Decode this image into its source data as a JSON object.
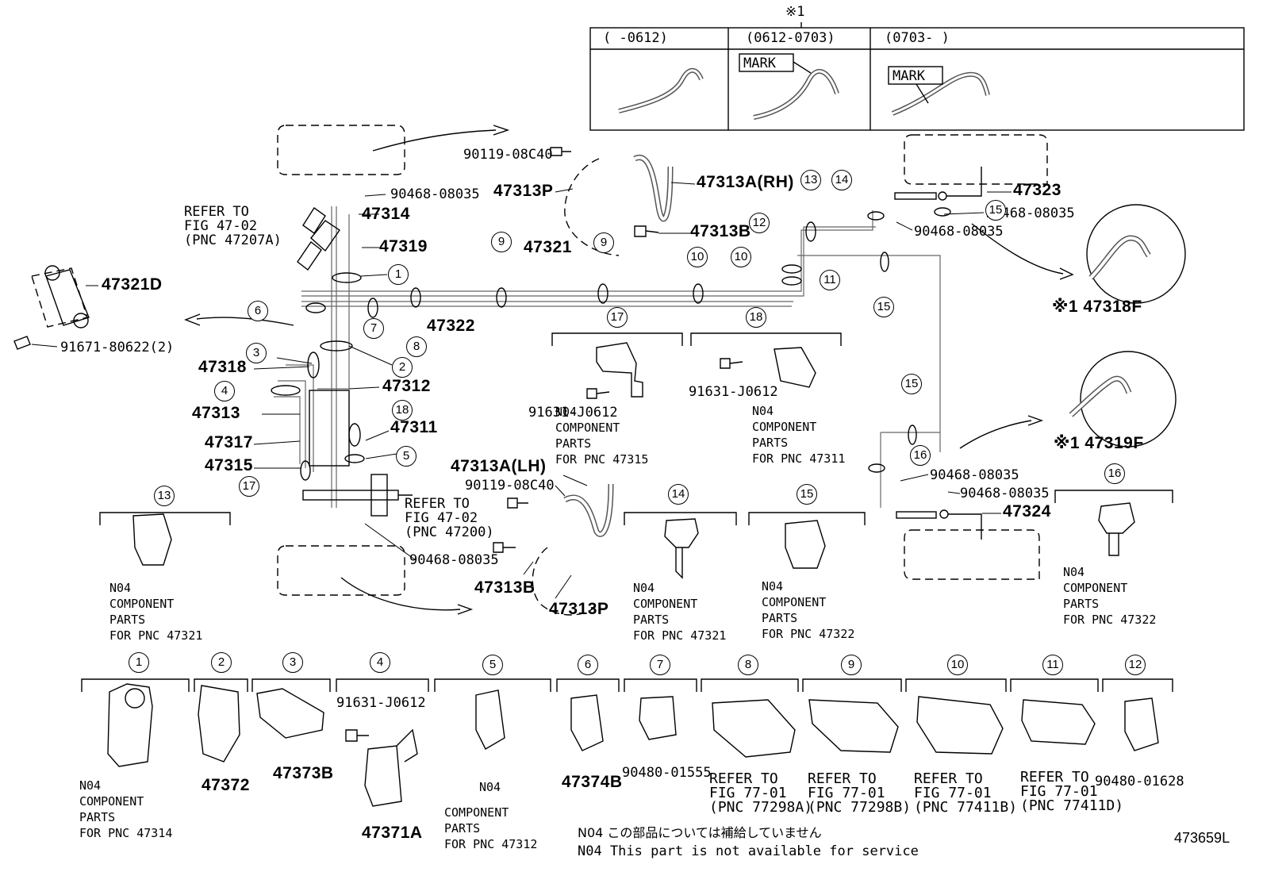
{
  "header": {
    "note_mark": "※1",
    "cols": [
      "( -0612)",
      "(0612-0703)",
      "(0703- )"
    ],
    "mark_label": "MARK"
  },
  "callouts": [
    "1",
    "2",
    "3",
    "4",
    "5",
    "6",
    "7",
    "8",
    "9",
    "10",
    "11",
    "12",
    "13",
    "14",
    "15",
    "16",
    "17",
    "18"
  ],
  "parts": {
    "p47321D": "47321D",
    "p91671": "91671-80622(2)",
    "p90119_top": "90119-08C40",
    "p47313P_top": "47313P",
    "p47313A_RH": "47313A(RH)",
    "p47313B_top": "47313B",
    "p90468_a": "90468-08035",
    "p47314": "47314",
    "p47319": "47319",
    "p47321": "47321",
    "p47322": "47322",
    "p47318": "47318",
    "p47312": "47312",
    "p47313": "47313",
    "p47317": "47317",
    "p47311": "47311",
    "p47315": "47315",
    "p47323": "47323",
    "p90468_b": "90468-08035",
    "p90468_c": "90468-08035",
    "p47318F": "※1 47318F",
    "p47319F": "※1 47319F",
    "p47313A_LH": "47313A(LH)",
    "p90119_bot": "90119-08C40",
    "p90468_d": "90468-08035",
    "p47313B_bot": "47313B",
    "p47313P_bot": "47313P",
    "p90468_e": "90468-08035",
    "p90468_f": "90468-08035",
    "p47324": "47324",
    "p91631_17": "91631-J0612",
    "p91631_18": "91631-J0612",
    "p91631_4": "91631-J0612",
    "p47372": "47372",
    "p47373B": "47373B",
    "p47371A": "47371A",
    "p47374B": "47374B",
    "p90480_01555": "90480-01555",
    "p90480_01628": "90480-01628"
  },
  "refer": {
    "fig4702_a": "REFER TO\nFIG 47-02\n(PNC 47207A)",
    "fig4702_b": "REFER TO\nFIG 47-02\n(PNC 47200)",
    "r8": "REFER TO\nFIG 77-01\n(PNC 77298A)",
    "r9": "REFER TO\nFIG 77-01\n(PNC 77298B)",
    "r10": "REFER TO\nFIG 77-01\n(PNC 77411B)",
    "r11": "REFER TO\nFIG 77-01\n(PNC 77411D)"
  },
  "component_notes": {
    "c17": "N04\nCOMPONENT\nPARTS\nFOR PNC 47315",
    "c18": "N04\nCOMPONENT\nPARTS\nFOR PNC 47311",
    "c13": "N04\nCOMPONENT\nPARTS\nFOR PNC 47321",
    "c14": "N04\nCOMPONENT\nPARTS\nFOR PNC 47321",
    "c15": "N04\nCOMPONENT\nPARTS\nFOR PNC 47322",
    "c16": "N04\nCOMPONENT\nPARTS\nFOR PNC 47322",
    "c1": "N04\nCOMPONENT\nPARTS\nFOR PNC 47314",
    "c5": "COMPONENT\nPARTS\nFOR PNC 47312",
    "n04_5": "N04"
  },
  "footnote": {
    "jp": "N04 この部品については補給していません",
    "en": "N04 This part is not available for service"
  },
  "figure_id": "473659L"
}
